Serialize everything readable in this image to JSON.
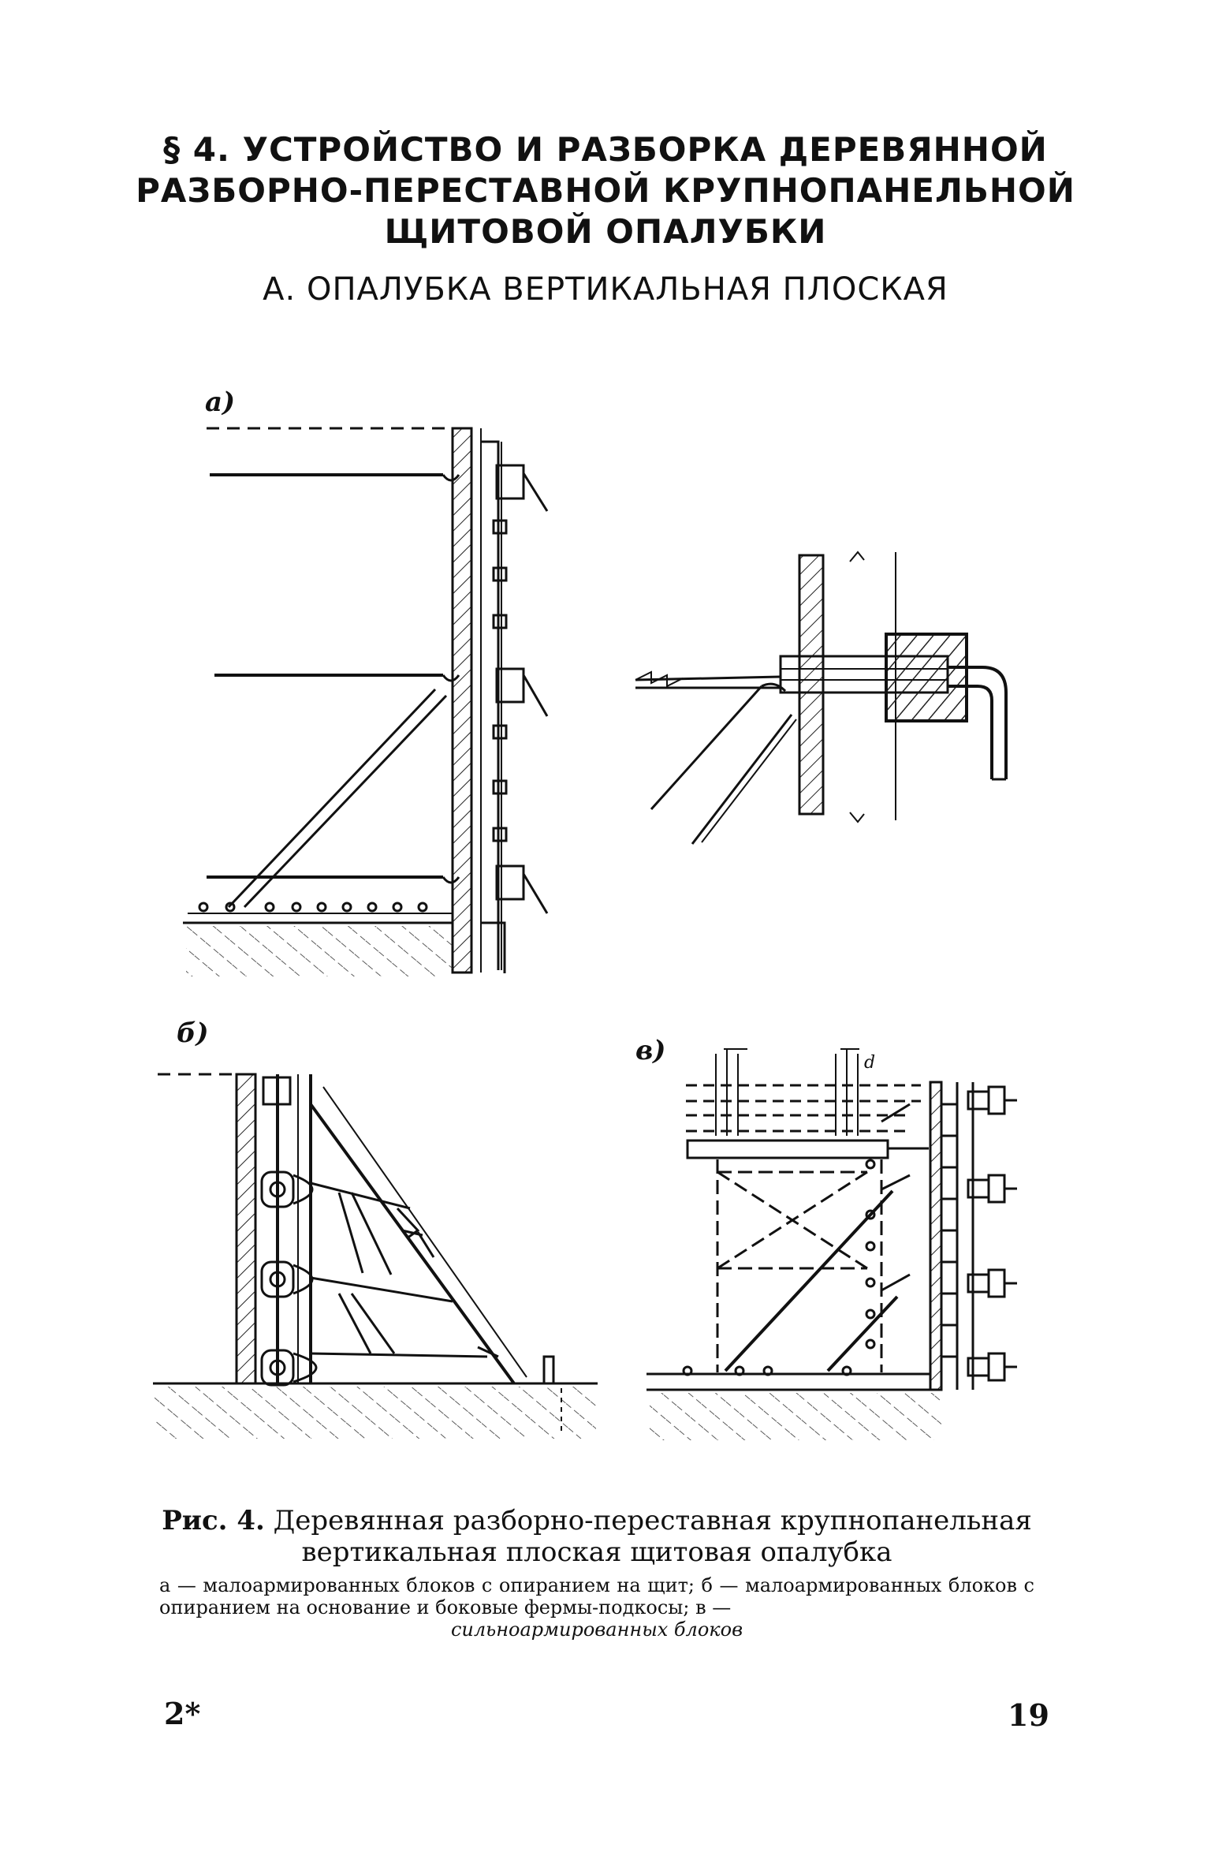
{
  "header": {
    "title_lines": [
      "§ 4. УСТРОЙСТВО И РАЗБОРКА ДЕРЕВЯННОЙ",
      "РАЗБОРНО-ПЕРЕСТАВНОЙ КРУПНОПАНЕЛЬНОЙ",
      "ЩИТОВОЙ ОПАЛУБКИ"
    ],
    "subheading": "А. ОПАЛУБКА ВЕРТИКАЛЬНАЯ ПЛОСКАЯ"
  },
  "figure": {
    "panel_labels": [
      "а)",
      "б)",
      "в)"
    ],
    "caption_label": "Рис. 4.",
    "caption_title": "Деревянная разборно-переставная крупнопанельная вертикальная плоская щитовая опалубка",
    "caption_desc_main": "а — малоармированных блоков с опиранием на щит; б — малоармированных блоков с опиранием на основание и боковые фермы-подкосы; в —",
    "caption_desc_last": "сильноармированных блоков",
    "detail_mark": "d"
  },
  "footer": {
    "page_mark": "2*",
    "page_number": "19"
  }
}
